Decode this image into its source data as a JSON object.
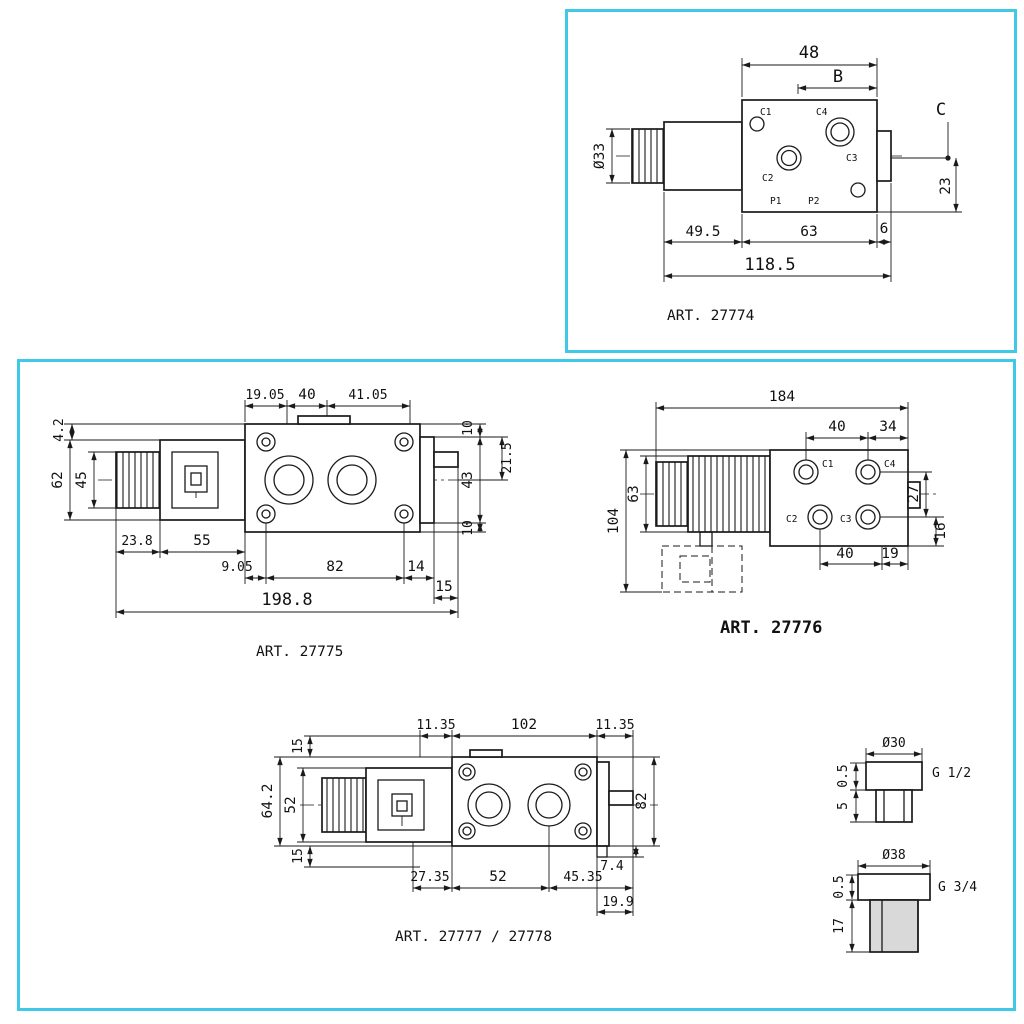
{
  "page": {
    "frame_color": "#40c9e6"
  },
  "d27774": {
    "art": "ART. 27774",
    "dim_48": "48",
    "dim_B": "B",
    "dim_C": "C",
    "dia_33": "Ø33",
    "dim_49_5": "49.5",
    "dim_63": "63",
    "dim_6": "6",
    "dim_118_5": "118.5",
    "dim_23": "23",
    "port_c1": "C1",
    "port_c2": "C2",
    "port_c3": "C3",
    "port_c4": "C4",
    "port_p1": "P1",
    "port_p2": "P2"
  },
  "d27775": {
    "art": "ART. 27775",
    "dim_4_2": "4.2",
    "dim_19_05": "19.05",
    "dim_40": "40",
    "dim_41_05": "41.05",
    "dim_10_top": "10",
    "dim_21_5": "21.5",
    "dim_43": "43",
    "dim_10_bottom": "10",
    "dim_62": "62",
    "dim_45": "45",
    "dim_23_8": "23.8",
    "dim_55": "55",
    "dim_9_05": "9.05",
    "dim_82": "82",
    "dim_14": "14",
    "dim_15": "15",
    "dim_198_8": "198.8"
  },
  "d27776": {
    "art": "ART. 27776",
    "dim_184": "184",
    "dim_40_top": "40",
    "dim_34": "34",
    "dim_27": "27",
    "dim_16": "16",
    "dim_63": "63",
    "dim_104": "104",
    "dim_40_bottom": "40",
    "dim_19": "19",
    "port_c1": "C1",
    "port_c2": "C2",
    "port_c3": "C3",
    "port_c4": "C4"
  },
  "d27777": {
    "art": "ART. 27777 / 27778",
    "dim_15_top": "15",
    "dim_11_35_left": "11.35",
    "dim_102": "102",
    "dim_11_35_right": "11.35",
    "dim_64_2": "64.2",
    "dim_52_left": "52",
    "dim_15_bottom": "15",
    "dim_82": "82",
    "dim_27_35": "27.35",
    "dim_52_bottom": "52",
    "dim_45_35": "45.35",
    "dim_7_4": "7.4",
    "dim_19_9": "19.9"
  },
  "fitting_g12": {
    "dia": "Ø30",
    "thread": "G 1/2",
    "dim_0_5": "0.5",
    "dim_5": "5"
  },
  "fitting_g34": {
    "dia": "Ø38",
    "thread": "G 3/4",
    "dim_0_5": "0.5",
    "dim_17": "17"
  }
}
